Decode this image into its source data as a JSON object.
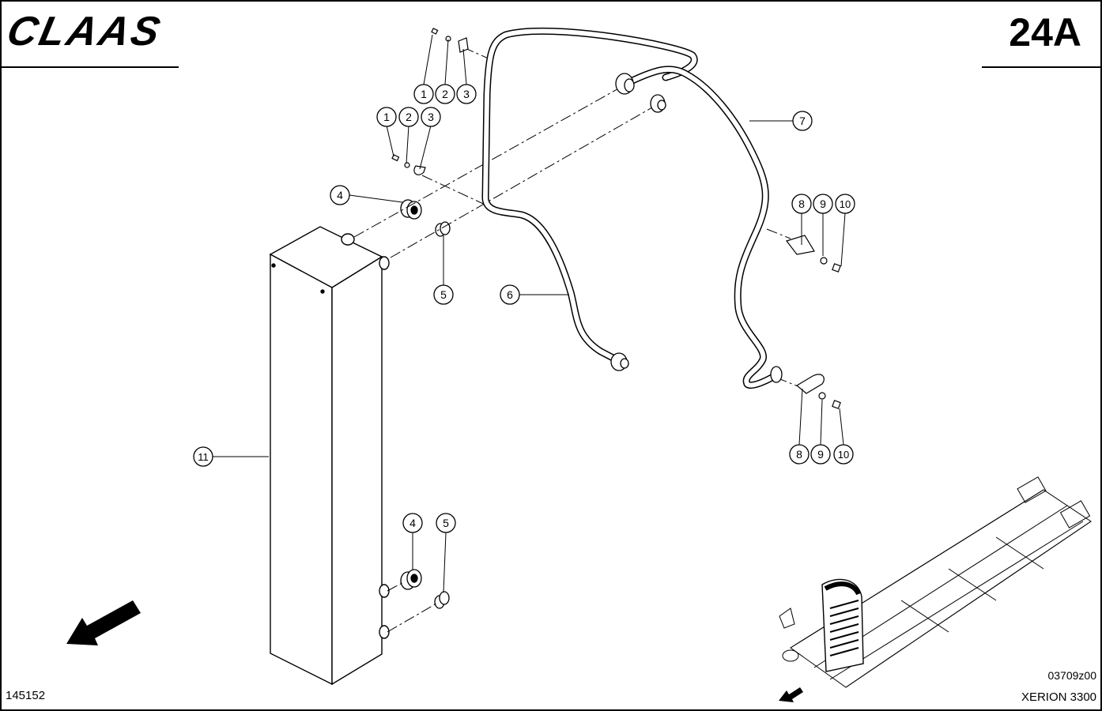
{
  "header": {
    "brand": "CLAAS",
    "page_code": "24A"
  },
  "footer": {
    "doc_number": "145152",
    "drawing_code": "03709z00",
    "model": "XERION 3300"
  },
  "callouts": [
    "1",
    "2",
    "3",
    "1",
    "2",
    "3",
    "4",
    "5",
    "6",
    "7",
    "8",
    "9",
    "10",
    "11",
    "4",
    "5",
    "8",
    "9",
    "10"
  ]
}
